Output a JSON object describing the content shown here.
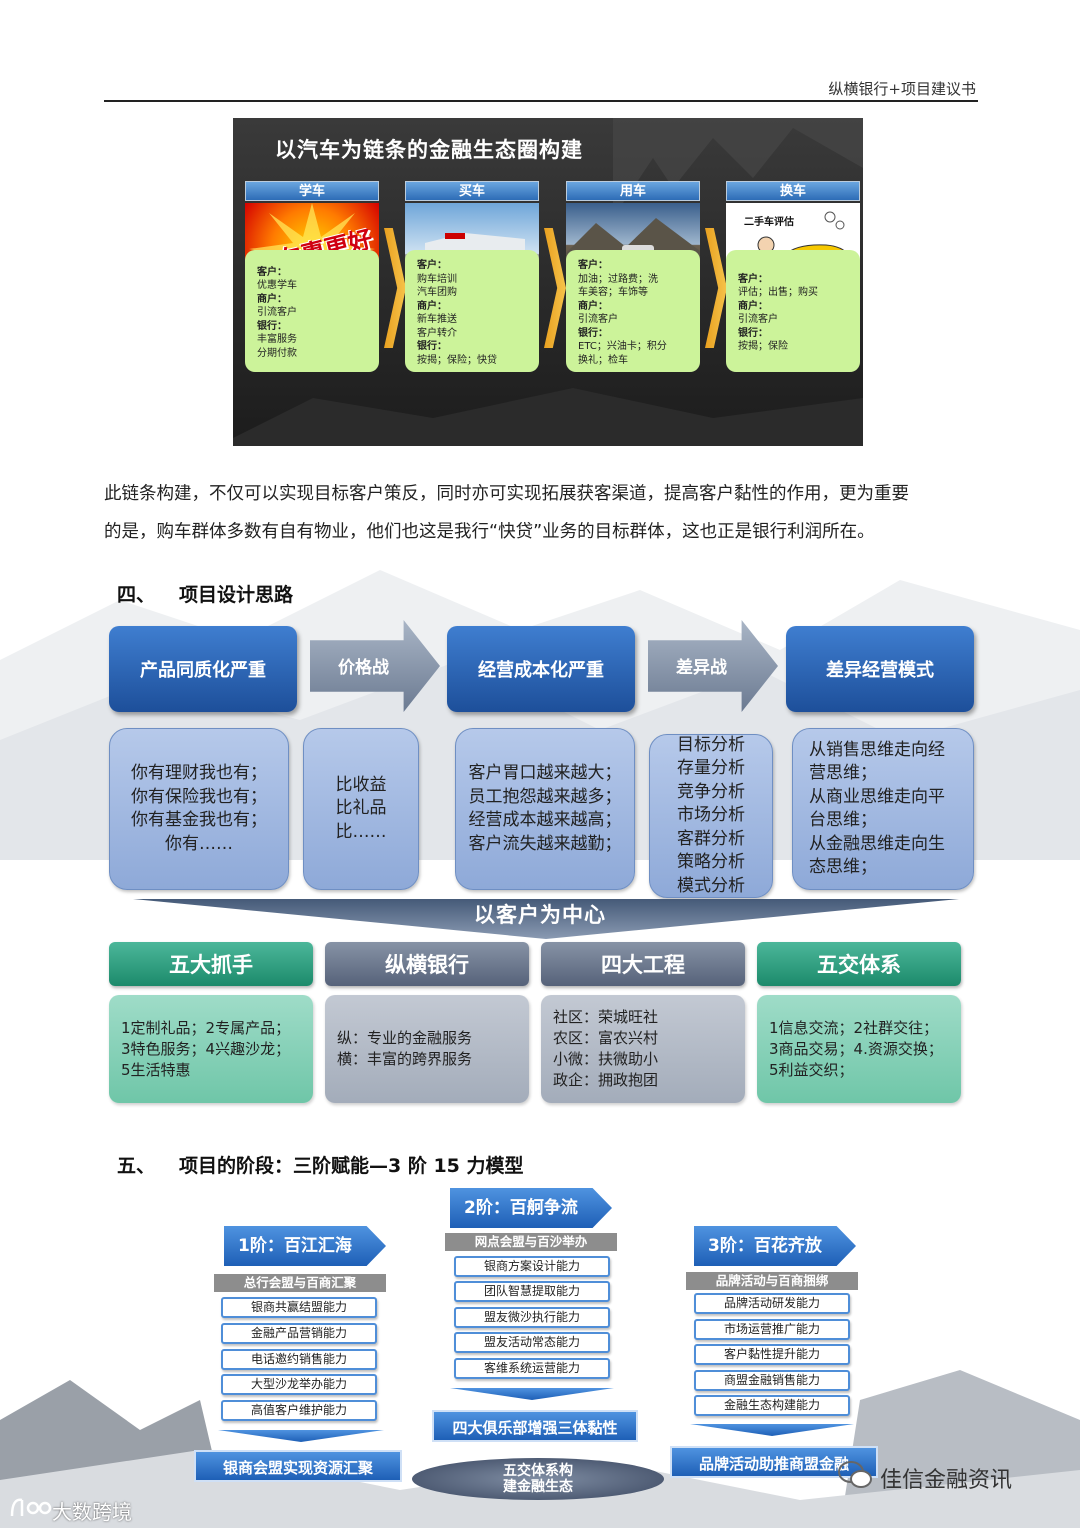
{
  "header": {
    "title": "纵横银行+项目建议书"
  },
  "banner": {
    "title": "以汽车为链条的金融生态圈构建",
    "img1_text": "学车惠更好",
    "img4_text": "二手车评估",
    "columns": [
      {
        "head": "学车",
        "lines": [
          [
            "客户：",
            true
          ],
          [
            "优惠学车",
            false
          ],
          [
            "商户：",
            true
          ],
          [
            "引流客户",
            false
          ],
          [
            "银行：",
            true
          ],
          [
            "丰富服务",
            false
          ],
          [
            "分期付款",
            false
          ]
        ]
      },
      {
        "head": "买车",
        "lines": [
          [
            "客户：",
            true
          ],
          [
            "购车培训",
            false
          ],
          [
            "汽车团购",
            false
          ],
          [
            "商户：",
            true
          ],
          [
            "新车推送",
            false
          ],
          [
            "客户转介",
            false
          ],
          [
            "银行：",
            true
          ],
          [
            "按揭；保险；快贷",
            false
          ]
        ]
      },
      {
        "head": "用车",
        "lines": [
          [
            "客户：",
            true
          ],
          [
            "加油；过路费；洗",
            false
          ],
          [
            "车美容；车饰等",
            false
          ],
          [
            "商户：",
            true
          ],
          [
            "引流客户",
            false
          ],
          [
            "银行：",
            true
          ],
          [
            "ETC；兴油卡；积分",
            false
          ],
          [
            "换礼；检车",
            false
          ]
        ]
      },
      {
        "head": "换车",
        "lines": [
          [
            "客户：",
            true
          ],
          [
            "评估；出售；购买",
            false
          ],
          [
            "商户：",
            true
          ],
          [
            "引流客户",
            false
          ],
          [
            "银行：",
            true
          ],
          [
            "按揭；保险",
            false
          ]
        ]
      }
    ]
  },
  "paragraph": {
    "line1": "此链条构建，不仅可以实现目标客户策反，同时亦可实现拓展获客渠道，提高客户黏性的作用，更为重要",
    "line2": "的是，购车群体多数有自有物业，他们也这是我行“快贷”业务的目标群体，这也正是银行利润所在。"
  },
  "section4": {
    "heading_num": "四、",
    "heading": "项目设计思路",
    "top": [
      "产品同质化严重",
      "价格战",
      "经营成本化严重",
      "差异战",
      "差异经营模式"
    ],
    "boxes": [
      "你有理财我也有；\n你有保险我也有；\n你有基金我也有；\n你有……",
      "比收益\n比礼品\n比……",
      "客户胃口越来越大；\n员工抱怨越来越多；\n经营成本越来越高；\n客户流失越来越勤；",
      "目标分析\n存量分析\n竞争分析\n市场分析\n客群分析\n策略分析\n模式分析",
      "从销售思维走向经\n营思维；\n从商业思维走向平\n台思维；\n从金融思维走向生\n态思维；"
    ],
    "center": "以客户为中心",
    "levels": [
      {
        "head": "五大抓手",
        "body": "1定制礼品；2专属产品；\n3特色服务；4兴趣沙龙；\n5生活特惠"
      },
      {
        "head": "纵横银行",
        "body": "纵：专业的金融服务\n横：丰富的跨界服务"
      },
      {
        "head": "四大工程",
        "body": "社区：荣城旺社\n农区：富农兴村\n小微：扶微助小\n政企：拥政抱团"
      },
      {
        "head": "五交体系",
        "body": "1信息交流；2社群交往；\n3商品交易；4.资源交换；\n5利益交织；"
      }
    ]
  },
  "section5": {
    "heading_num": "五、",
    "heading": "项目的阶段：三阶赋能—3 阶 15 力模型",
    "stages": [
      {
        "title": "1阶：百江汇海",
        "sub": "总行会盟与百商汇聚",
        "items": [
          "银商共赢结盟能力",
          "金融产品营销能力",
          "电话邀约销售能力",
          "大型沙龙举办能力",
          "高值客户维护能力"
        ],
        "bottom": "银商会盟实现资源汇聚"
      },
      {
        "title": "2阶：百舸争流",
        "sub": "网点会盟与百沙举办",
        "items": [
          "银商方案设计能力",
          "团队智慧提取能力",
          "盟友微沙执行能力",
          "盟友活动常态能力",
          "客维系统运营能力"
        ],
        "bottom": "四大俱乐部增强三体黏性"
      },
      {
        "title": "3阶：百花齐放",
        "sub": "品牌活动与百商捆绑",
        "items": [
          "品牌活动研发能力",
          "市场运营推广能力",
          "客户黏性提升能力",
          "商盟金融销售能力",
          "金融生态构建能力"
        ],
        "bottom": "品牌活动助推商盟金融"
      }
    ],
    "ellipse": "五交体系构\n建金融生态"
  },
  "watermarks": {
    "right": "佳信金融资讯",
    "left": "大数跨境"
  }
}
